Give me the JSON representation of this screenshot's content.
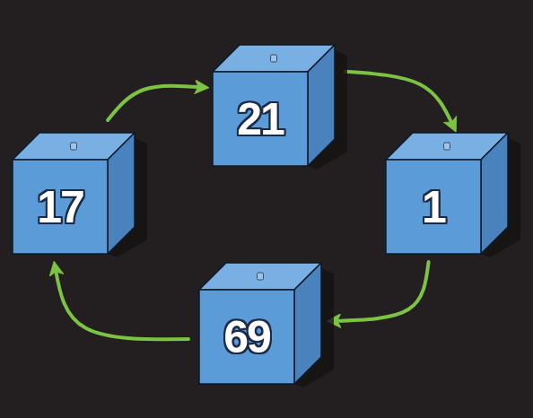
{
  "diagram": {
    "nodes": [
      {
        "text": [
          "17"
        ]
      },
      {
        "text": [
          "21"
        ]
      },
      {
        "text": [
          "1"
        ]
      },
      {
        "text": [
          "69"
        ]
      }
    ],
    "edges": [
      {
        "from": 0,
        "to": 1,
        "arrow": "to"
      },
      {
        "from": 1,
        "to": 2,
        "arrow": "to"
      },
      {
        "from": 2,
        "to": 3,
        "arrow": "to"
      },
      {
        "from": 3,
        "to": 0,
        "arrow": "to"
      }
    ]
  }
}
